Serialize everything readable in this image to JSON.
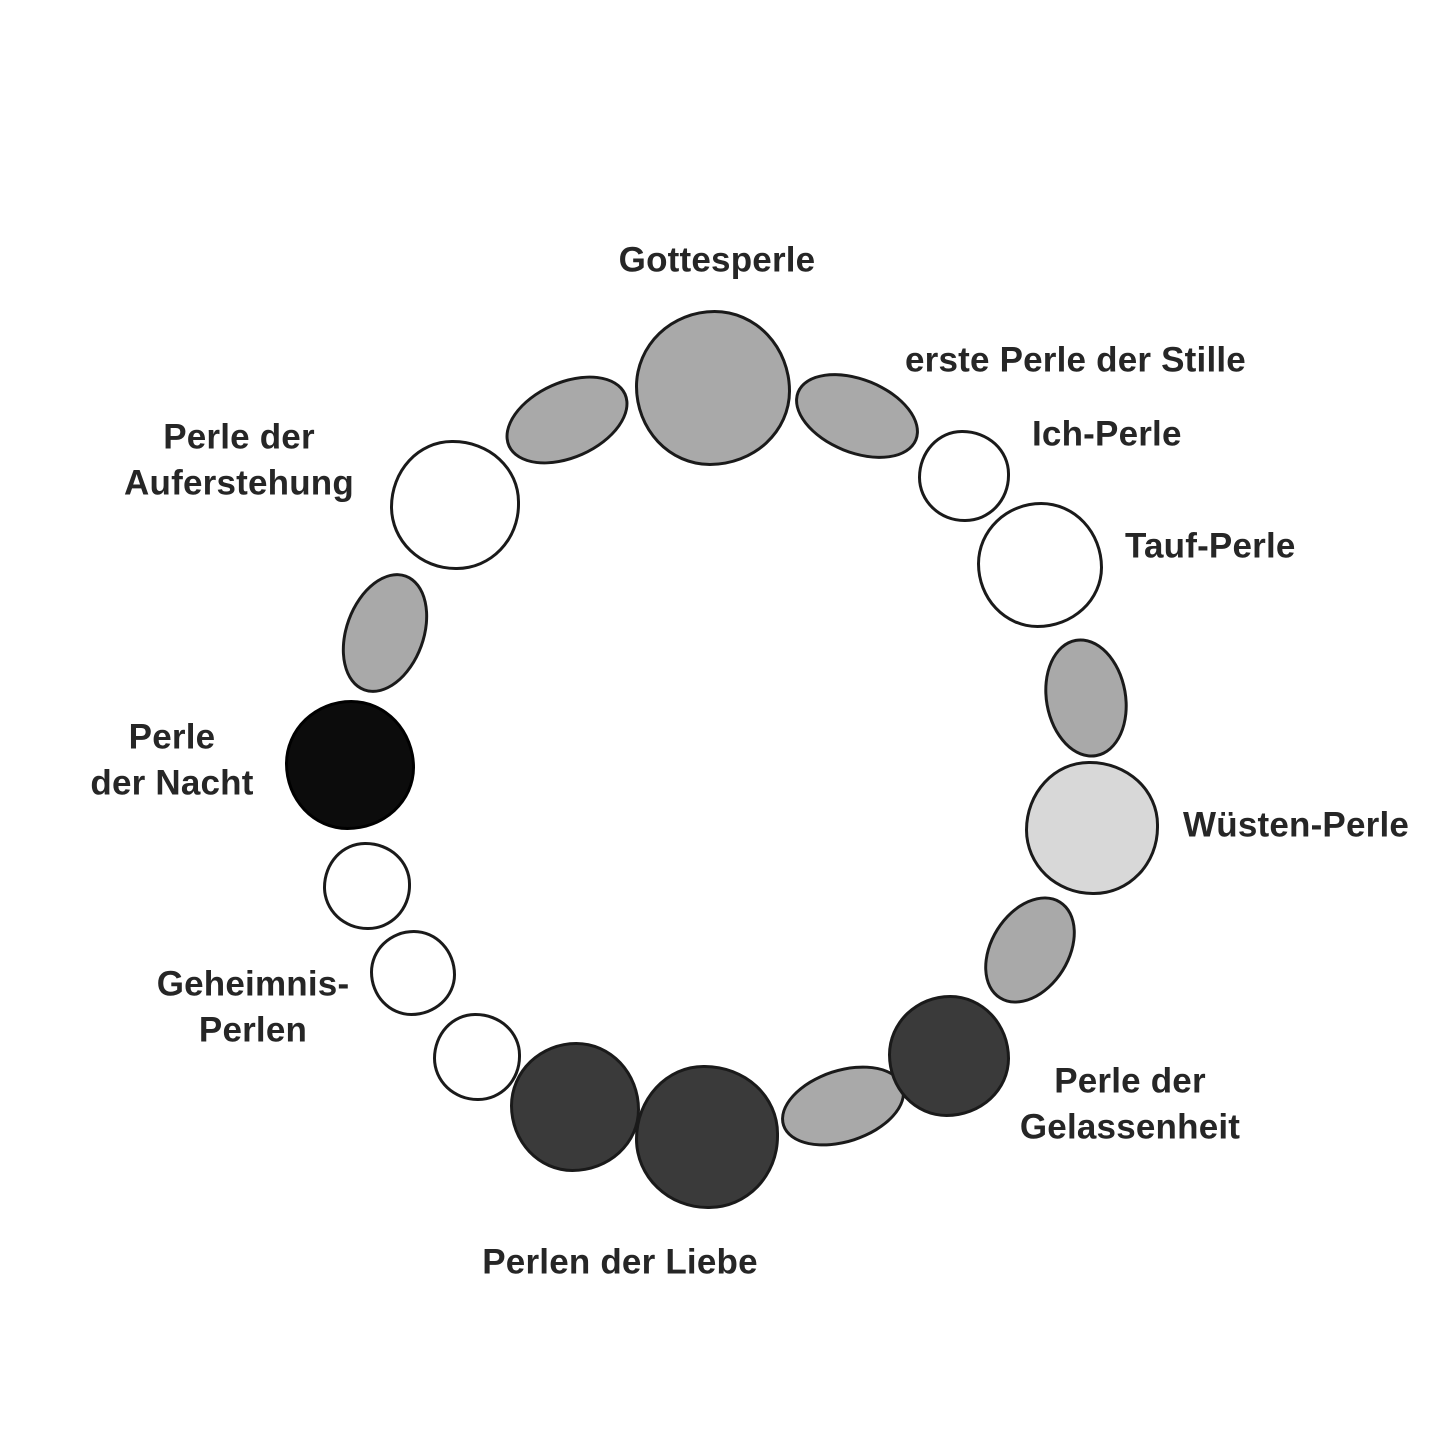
{
  "diagram": {
    "type": "bead-ring",
    "description": "Perlenkranz (Perlen des Glaubens) – Ring aus 18 Perlen mit Beschriftungen",
    "labels": {
      "gottesperle": "Gottesperle",
      "erste_stille": "erste Perle der Stille",
      "ich": "Ich-Perle",
      "tauf": "Tauf-Perle",
      "wuesten": "Wüsten-Perle",
      "gelassenheit": "Perle der\nGelassenheit",
      "liebe": "Perlen der Liebe",
      "geheimnis": "Geheimnis-\nPerlen",
      "nacht": "Perle\nder Nacht",
      "auferstehung": "Perle der\nAuferstehung"
    },
    "beads_clockwise_from_top": [
      {
        "name": "Gottesperle",
        "shape": "round-large",
        "color": "#a9a9a9"
      },
      {
        "name": "erste Perle der Stille",
        "shape": "oval",
        "color": "#a9a9a9"
      },
      {
        "name": "Ich-Perle",
        "shape": "round-small",
        "color": "#ffffff"
      },
      {
        "name": "Tauf-Perle",
        "shape": "round",
        "color": "#ffffff"
      },
      {
        "name": "Perle der Stille",
        "shape": "oval",
        "color": "#a9a9a9"
      },
      {
        "name": "Wüsten-Perle",
        "shape": "round",
        "color": "#d8d8d8"
      },
      {
        "name": "Perle der Stille",
        "shape": "oval",
        "color": "#a9a9a9"
      },
      {
        "name": "Perle der Gelassenheit",
        "shape": "round",
        "color": "#3a3a3a"
      },
      {
        "name": "Perle der Stille",
        "shape": "oval",
        "color": "#a9a9a9"
      },
      {
        "name": "Perle der Liebe",
        "shape": "round",
        "color": "#3a3a3a"
      },
      {
        "name": "Perle der Liebe",
        "shape": "round",
        "color": "#3a3a3a"
      },
      {
        "name": "Geheimnis-Perle",
        "shape": "round-small",
        "color": "#ffffff"
      },
      {
        "name": "Geheimnis-Perle",
        "shape": "round-small",
        "color": "#ffffff"
      },
      {
        "name": "Geheimnis-Perle",
        "shape": "round-small",
        "color": "#ffffff"
      },
      {
        "name": "Perle der Nacht",
        "shape": "round",
        "color": "#0c0c0c"
      },
      {
        "name": "Perle der Stille",
        "shape": "oval",
        "color": "#a9a9a9"
      },
      {
        "name": "Perle der Auferstehung",
        "shape": "round",
        "color": "#ffffff"
      },
      {
        "name": "Perle der Stille",
        "shape": "oval",
        "color": "#a9a9a9"
      }
    ],
    "palette": {
      "bead_gray": "#a9a9a9",
      "bead_white": "#ffffff",
      "bead_light_gray": "#d8d8d8",
      "bead_dark_gray": "#3a3a3a",
      "bead_black": "#0c0c0c",
      "outline": "#1a1a1a",
      "text": "#262626",
      "background": "#ffffff"
    }
  }
}
